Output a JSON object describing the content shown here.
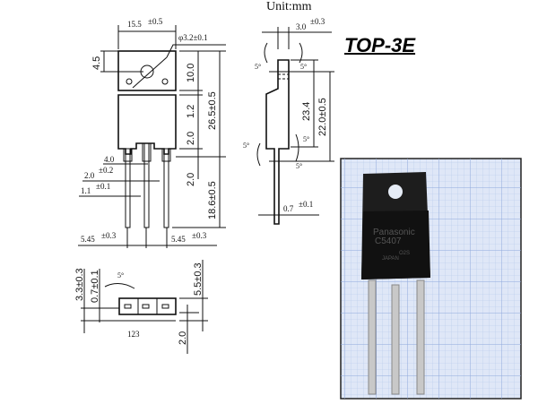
{
  "package_title": "TOP-3E",
  "unit_label": "Unit:mm",
  "front_view": {
    "width": "15.5",
    "width_tol": "±0.5",
    "hole": "φ3.2±0.1",
    "tab_offset": "4.5",
    "tab_height": "10.0",
    "gap": "1.2",
    "step": "2.0",
    "overall_height": "26.5±0.5",
    "lead_length": "18.6±0.5",
    "lead_step": "2.0",
    "lead_shoulder": "4.0",
    "shoulder_width": "2.0",
    "shoulder_tol": "±0.2",
    "lead_width": "1.1",
    "lead_width_tol": "±0.1",
    "pitch_left": "5.45",
    "pitch_left_tol": "±0.3",
    "pitch_right": "5.45",
    "pitch_right_tol": "±0.3"
  },
  "side_view": {
    "thickness": "3.0",
    "thickness_tol": "±0.3",
    "body_height": "23.4",
    "body_height2": "22.0±0.5",
    "lead_thickness": "0.7",
    "lead_thickness_tol": "±0.1",
    "angle": "5°"
  },
  "bottom_view": {
    "dim_a": "3.3±0.3",
    "dim_b": "0.7±0.1",
    "angle": "5°",
    "pins": "123",
    "dim_c": "5.5±0.3",
    "dim_d": "2.0"
  },
  "photo": {
    "brand": "Panasonic",
    "part": "C5407",
    "code": "O2S",
    "origin": "JAPAN",
    "grid_color": "#a9bfe6",
    "bg_color": "#dfe7f7"
  }
}
